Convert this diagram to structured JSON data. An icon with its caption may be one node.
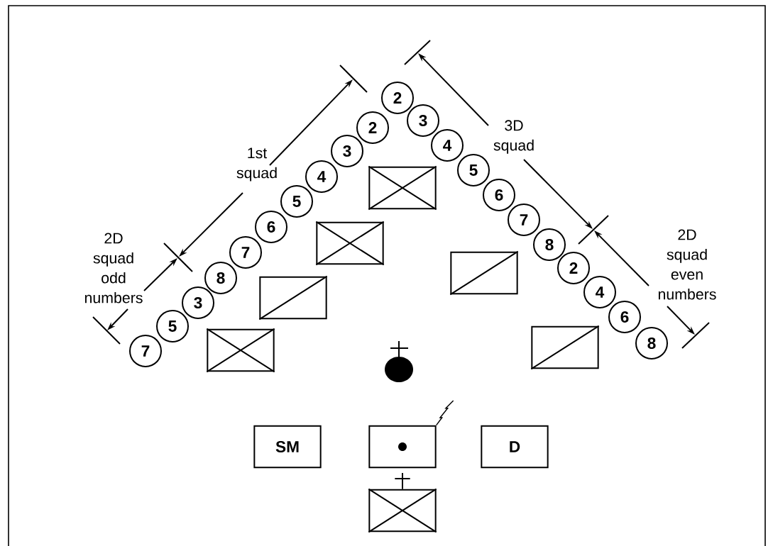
{
  "diagram": {
    "nodes": [
      {
        "text": [
          "2"
        ]
      },
      {
        "text": [
          "2"
        ]
      },
      {
        "text": [
          "3"
        ]
      },
      {
        "text": [
          "4"
        ]
      },
      {
        "text": [
          "5"
        ]
      },
      {
        "text": [
          "6"
        ]
      },
      {
        "text": [
          "7"
        ]
      },
      {
        "text": [
          "8"
        ]
      },
      {
        "text": [
          "3"
        ]
      },
      {
        "text": [
          "5"
        ]
      },
      {
        "text": [
          "7"
        ]
      },
      {
        "text": [
          "3"
        ]
      },
      {
        "text": [
          "4"
        ]
      },
      {
        "text": [
          "5"
        ]
      },
      {
        "text": [
          "6"
        ]
      },
      {
        "text": [
          "7"
        ]
      },
      {
        "text": [
          "8"
        ]
      },
      {
        "text": [
          "2"
        ]
      },
      {
        "text": [
          "4"
        ]
      },
      {
        "text": [
          "6"
        ]
      },
      {
        "text": [
          "8"
        ]
      },
      {
        "text": [],
        "shape": "box"
      },
      {
        "text": [],
        "shape": "box"
      },
      {
        "text": [],
        "shape": "box"
      },
      {
        "text": [],
        "shape": "box"
      },
      {
        "text": [],
        "shape": "box"
      },
      {
        "text": [],
        "shape": "box"
      },
      {
        "text": [
          "SM"
        ]
      },
      {
        "text": [],
        "shape": "box"
      },
      {
        "text": [
          "D"
        ]
      },
      {
        "text": [],
        "shape": "box"
      }
    ],
    "labels": [
      "1st squad",
      "3D squad",
      "2D squad odd numbers",
      "2D squad even numbers"
    ]
  }
}
